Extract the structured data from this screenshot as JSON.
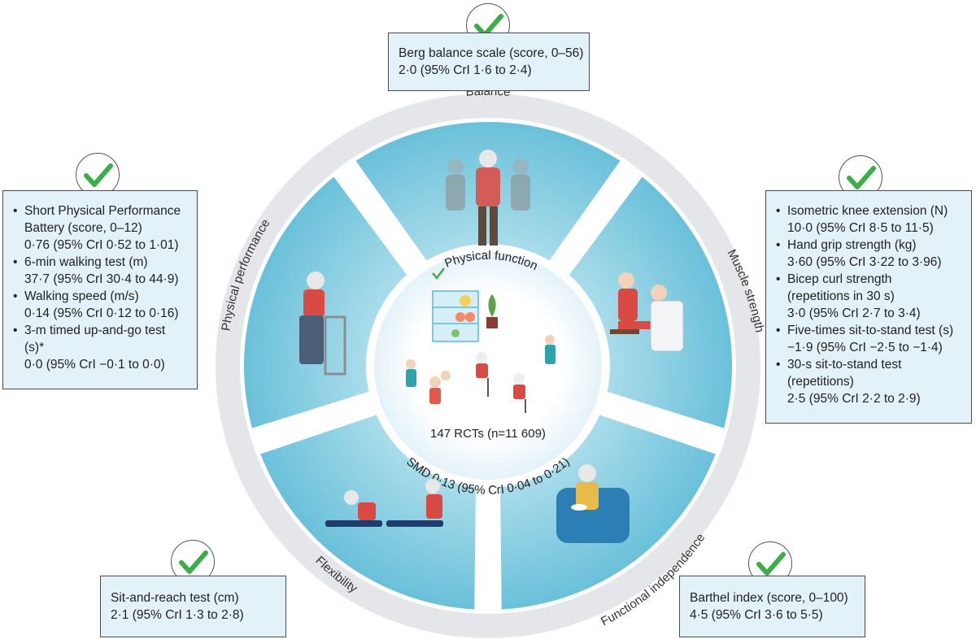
{
  "colors": {
    "segment": "#5bbad6",
    "segment_light": "#a9dcea",
    "ring": "#e4e6e9",
    "box_bg": "#e3f1f9",
    "check": "#3cae49"
  },
  "center": {
    "title": "Physical function",
    "rcts": "147 RCTs (n=11 609)",
    "smd": "SMD 0·13 (95% CrI 0·04 to 0·21)"
  },
  "domains": {
    "balance": "Balance",
    "muscle": "Muscle strength",
    "functional": "Functional independence",
    "flexibility": "Flexibility",
    "physical": "Physical performance"
  },
  "boxes": {
    "balance": {
      "lines": [
        "Berg balance scale (score, 0–56)",
        "2·0 (95% CrI 1·6 to 2·4)"
      ]
    },
    "physical": {
      "items": [
        {
          "label": "Short Physical Performance",
          "label2": "Battery (score, 0–12)",
          "value": "0·76 (95% CrI 0·52 to 1·01)"
        },
        {
          "label": "6-min walking test (m)",
          "value": "37·7 (95% CrI 30·4 to 44·9)"
        },
        {
          "label": "Walking speed (m/s)",
          "value": "0·14 (95% CrI 0·12 to 0·16)"
        },
        {
          "label": "3-m timed up-and-go test",
          "label2": "(s)*",
          "value": "0·0 (95% CrI −0·1 to 0·0)"
        }
      ]
    },
    "muscle": {
      "items": [
        {
          "label": "Isometric knee extension (N)",
          "value": "10·0 (95% CrI 8·5 to 11·5)"
        },
        {
          "label": "Hand grip strength (kg)",
          "value": "3·60 (95% CrI 3·22 to 3·96)"
        },
        {
          "label": "Bicep curl strength",
          "label2": "(repetitions in 30 s)",
          "value": "3·0 (95% CrI 2·7 to 3·4)"
        },
        {
          "label": "Five-times sit-to-stand test (s)",
          "value": "−1·9 (95% CrI −2·5 to −1·4)"
        },
        {
          "label": "30-s sit-to-stand test",
          "label2": "(repetitions)",
          "value": "2·5 (95% CrI 2·2 to 2·9)"
        }
      ]
    },
    "flexibility": {
      "lines": [
        "Sit-and-reach test (cm)",
        "2·1 (95% CrI 1·3 to 2·8)"
      ]
    },
    "functional": {
      "lines": [
        "Barthel index (score, 0–100)",
        "4·5 (95% CrI 3·6 to 5·5)"
      ]
    }
  }
}
